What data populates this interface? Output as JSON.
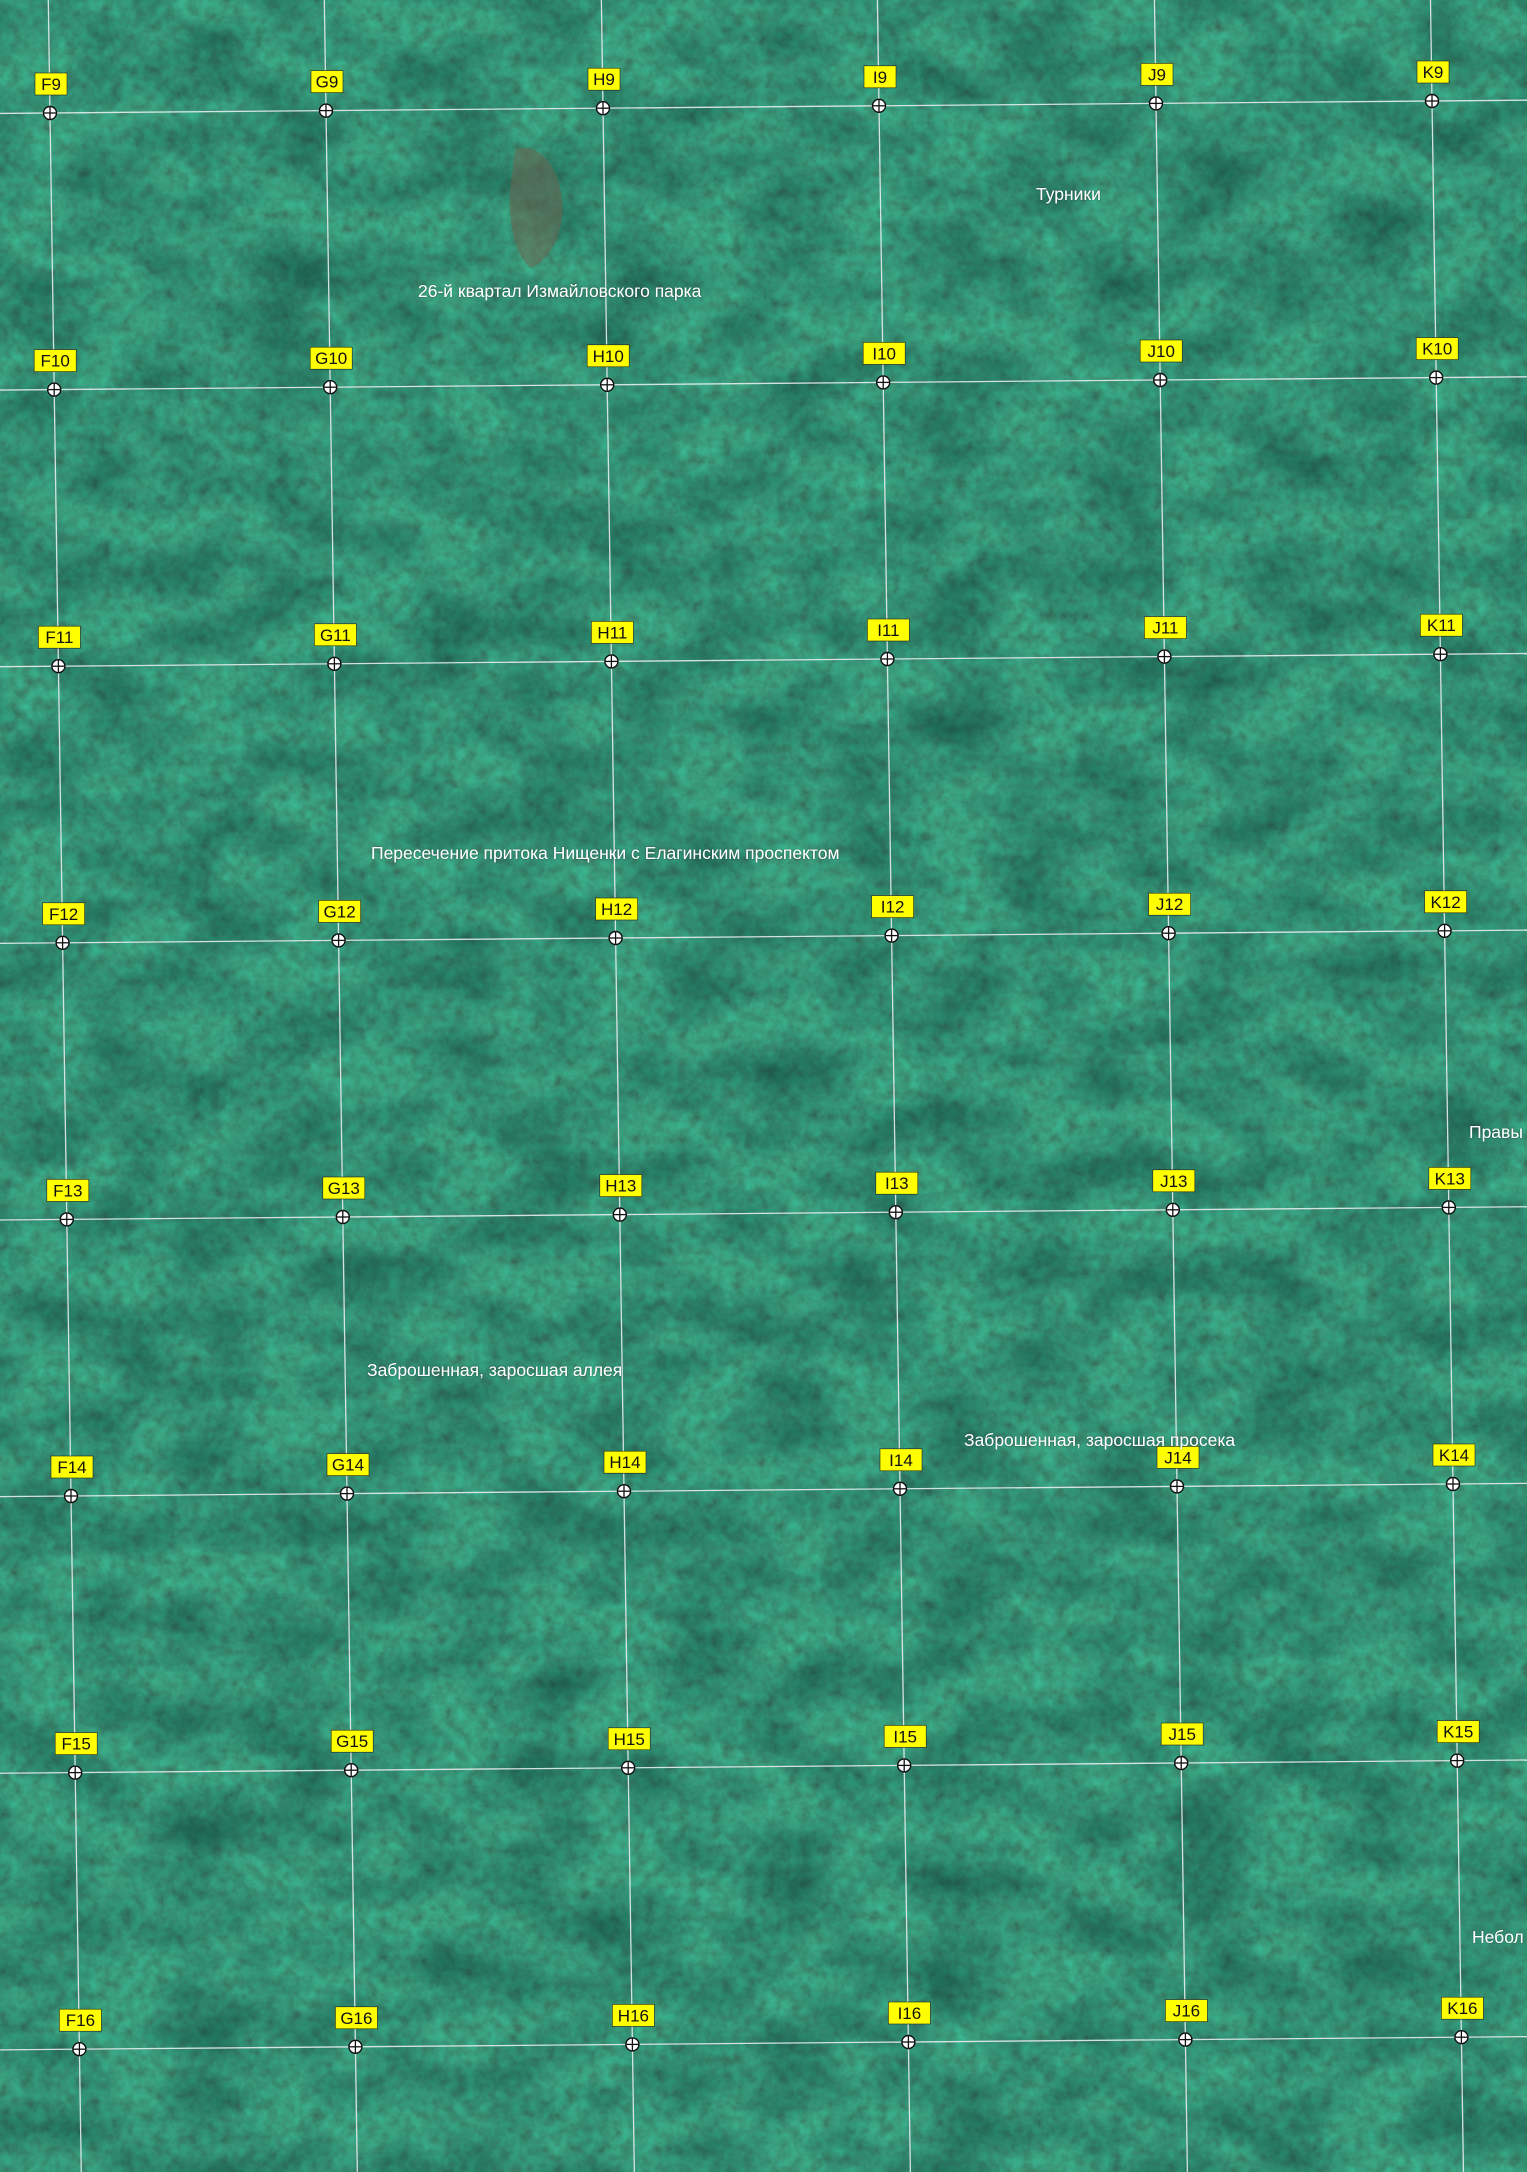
{
  "map": {
    "background": {
      "forest_dark": "#0f2d25",
      "forest_mid": "#1d4a3a",
      "forest_light": "#3e7a55",
      "clearing": "#6b6450"
    },
    "grid": {
      "columns": [
        "F",
        "G",
        "H",
        "I",
        "J",
        "K"
      ],
      "rows": [
        9,
        10,
        11,
        12,
        13,
        14,
        15,
        16
      ]
    },
    "control_points": [
      {
        "id": "F9",
        "label": "F9"
      },
      {
        "id": "G9",
        "label": "G9"
      },
      {
        "id": "H9",
        "label": "H9"
      },
      {
        "id": "I9",
        "label": "I9"
      },
      {
        "id": "J9",
        "label": "J9"
      },
      {
        "id": "K9",
        "label": "K9"
      },
      {
        "id": "F10",
        "label": "F10"
      },
      {
        "id": "G10",
        "label": "G10"
      },
      {
        "id": "H10",
        "label": "H10"
      },
      {
        "id": "I10",
        "label": "I10"
      },
      {
        "id": "J10",
        "label": "J10"
      },
      {
        "id": "K10",
        "label": "K10"
      },
      {
        "id": "F11",
        "label": "F11"
      },
      {
        "id": "G11",
        "label": "G11"
      },
      {
        "id": "H11",
        "label": "H11"
      },
      {
        "id": "I11",
        "label": "I11"
      },
      {
        "id": "J11",
        "label": "J11"
      },
      {
        "id": "K11",
        "label": "K11"
      },
      {
        "id": "F12",
        "label": "F12"
      },
      {
        "id": "G12",
        "label": "G12"
      },
      {
        "id": "H12",
        "label": "H12"
      },
      {
        "id": "I12",
        "label": "I12"
      },
      {
        "id": "J12",
        "label": "J12"
      },
      {
        "id": "K12",
        "label": "K12"
      },
      {
        "id": "F13",
        "label": "F13"
      },
      {
        "id": "G13",
        "label": "G13"
      },
      {
        "id": "H13",
        "label": "H13"
      },
      {
        "id": "I13",
        "label": "I13"
      },
      {
        "id": "J13",
        "label": "J13"
      },
      {
        "id": "K13",
        "label": "K13"
      },
      {
        "id": "F14",
        "label": "F14"
      },
      {
        "id": "G14",
        "label": "G14"
      },
      {
        "id": "H14",
        "label": "H14"
      },
      {
        "id": "I14",
        "label": "I14"
      },
      {
        "id": "J14",
        "label": "J14"
      },
      {
        "id": "K14",
        "label": "K14"
      },
      {
        "id": "F15",
        "label": "F15"
      },
      {
        "id": "G15",
        "label": "G15"
      },
      {
        "id": "H15",
        "label": "H15"
      },
      {
        "id": "I15",
        "label": "I15"
      },
      {
        "id": "J15",
        "label": "J15"
      },
      {
        "id": "K15",
        "label": "K15"
      },
      {
        "id": "F16",
        "label": "F16"
      },
      {
        "id": "G16",
        "label": "G16"
      },
      {
        "id": "H16",
        "label": "H16"
      },
      {
        "id": "I16",
        "label": "I16"
      },
      {
        "id": "J16",
        "label": "J16"
      },
      {
        "id": "K16",
        "label": "K16"
      }
    ],
    "place_labels": {
      "turniki": "Турники",
      "kvartal_26": "26-й квартал Измайловского парка",
      "peresechenie": "Пересечение притока Нищенки с Елагинским проспектом",
      "pravy": "Правы",
      "alleya": "Заброшенная, заросшая аллея",
      "proseka": "Заброшенная, заросшая просека",
      "nebol": "Небол"
    },
    "colors": {
      "label_background": "#ffff00",
      "label_text": "#111111",
      "grid_line": "#e8ecef",
      "place_text": "#ffffff"
    }
  }
}
